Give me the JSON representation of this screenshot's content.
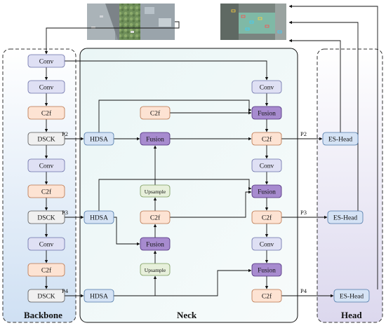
{
  "panels": {
    "backbone": "Backbone",
    "neck": "Neck",
    "head": "Head"
  },
  "images": {
    "input": "aerial-street-photo-input",
    "output": "aerial-street-photo-detections"
  },
  "colors": {
    "conv": "#dfe0f4",
    "c2f": "#fde3d3",
    "dsck": "#f0f0f0",
    "hdsa": "#d5e3f5",
    "fusion": "#a78bcf",
    "upsample": "#e7f0db",
    "eshead": "#d5e3f5",
    "backbone_bg": "#dde9f6",
    "neck_bg": "#e7f3f4",
    "head_bg": "#e4e2f2"
  },
  "nodes": {
    "b_conv1": "Conv",
    "b_conv2": "Conv",
    "b_c2f1": "C2f",
    "b_dsck1": "DSCK",
    "b_conv3": "Conv",
    "b_c2f2": "C2f",
    "b_dsck2": "DSCK",
    "b_conv4": "Conv",
    "b_c2f3": "C2f",
    "b_dsck3": "DSCK",
    "n_hdsa1": "HDSA",
    "n_hdsa2": "HDSA",
    "n_hdsa3": "HDSA",
    "n_c2f_top": "C2f",
    "n_fusion_top": "Fusion",
    "n_ups1": "Upsample",
    "n_c2f_mid": "C2f",
    "n_fusion_mid": "Fusion",
    "n_ups2": "Upsample",
    "r_conv1": "Conv",
    "r_fusion1": "Fusion",
    "r_c2f1": "C2f",
    "r_conv2": "Conv",
    "r_fusion2": "Fusion",
    "r_c2f2": "C2f",
    "r_conv3": "Conv",
    "r_fusion3": "Fusion",
    "r_c2f3": "C2f",
    "h_es1": "ES-Head",
    "h_es2": "ES-Head",
    "h_es3": "ES-Head"
  },
  "ports": {
    "bp2": "P2",
    "bp3": "P3",
    "bp4": "P4",
    "hp2": "P2",
    "hp3": "P3",
    "hp4": "P4"
  }
}
